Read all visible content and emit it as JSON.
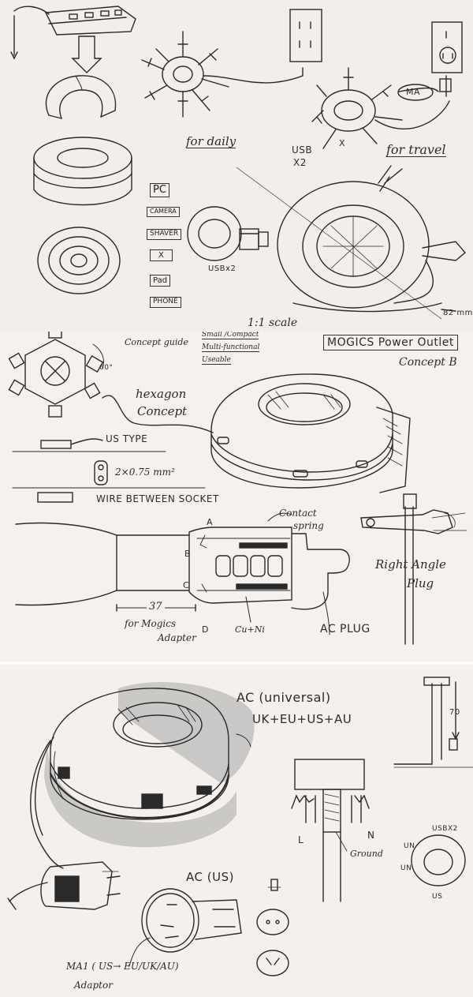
{
  "sheet1": {
    "for_daily": "for daily",
    "for_travel": "for travel",
    "usb_x2_top": "USB",
    "usb_x2_top2": "X2",
    "ma_label": "MA",
    "x_label": "X",
    "usbx2_side": "USBx2",
    "scale": "1:1 scale",
    "dim_82": "82 mm",
    "device_labels": [
      "PC",
      "CAMERA",
      "SHAVER",
      "X",
      "Pad",
      "PHONE"
    ]
  },
  "sheet2": {
    "concept_guide": "Concept guide",
    "guide_line1": "Small /Compact",
    "guide_line2": "Multi-functional",
    "guide_line3": "Useable",
    "title": "MOGICS Power Outlet",
    "concept_b": "Concept B",
    "angle_60": "60°",
    "hexagon": "hexagon",
    "concept": "Concept",
    "us_type": "US TYPE",
    "wire_spec": "2×0.75 mm²",
    "wire_between": "WIRE BETWEEN SOCKET",
    "contact": "Contact",
    "spring": "spring",
    "label_a": "A",
    "label_b": "B",
    "label_c": "C",
    "label_d": "D",
    "dim_37": "37",
    "for_mogics": "for Mogics",
    "adapter": "Adapter",
    "cu_n": "Cu+Ni",
    "ac_plug": "AC PLUG",
    "right_angle": "Right Angle",
    "plug": "Plug"
  },
  "sheet3": {
    "ac_universal": "AC (universal)",
    "standards": "UK+EU+US+AU",
    "dim_70": "70",
    "label_l": "L",
    "label_n": "N",
    "ground": "Ground",
    "usbx2": "USBX2",
    "un1": "UN",
    "un2": "UN",
    "us": "US",
    "ac_us": "AC (US)",
    "ma1": "MA1 ( US→ EU/UK/AU)",
    "adaptor": "Adaptor"
  }
}
